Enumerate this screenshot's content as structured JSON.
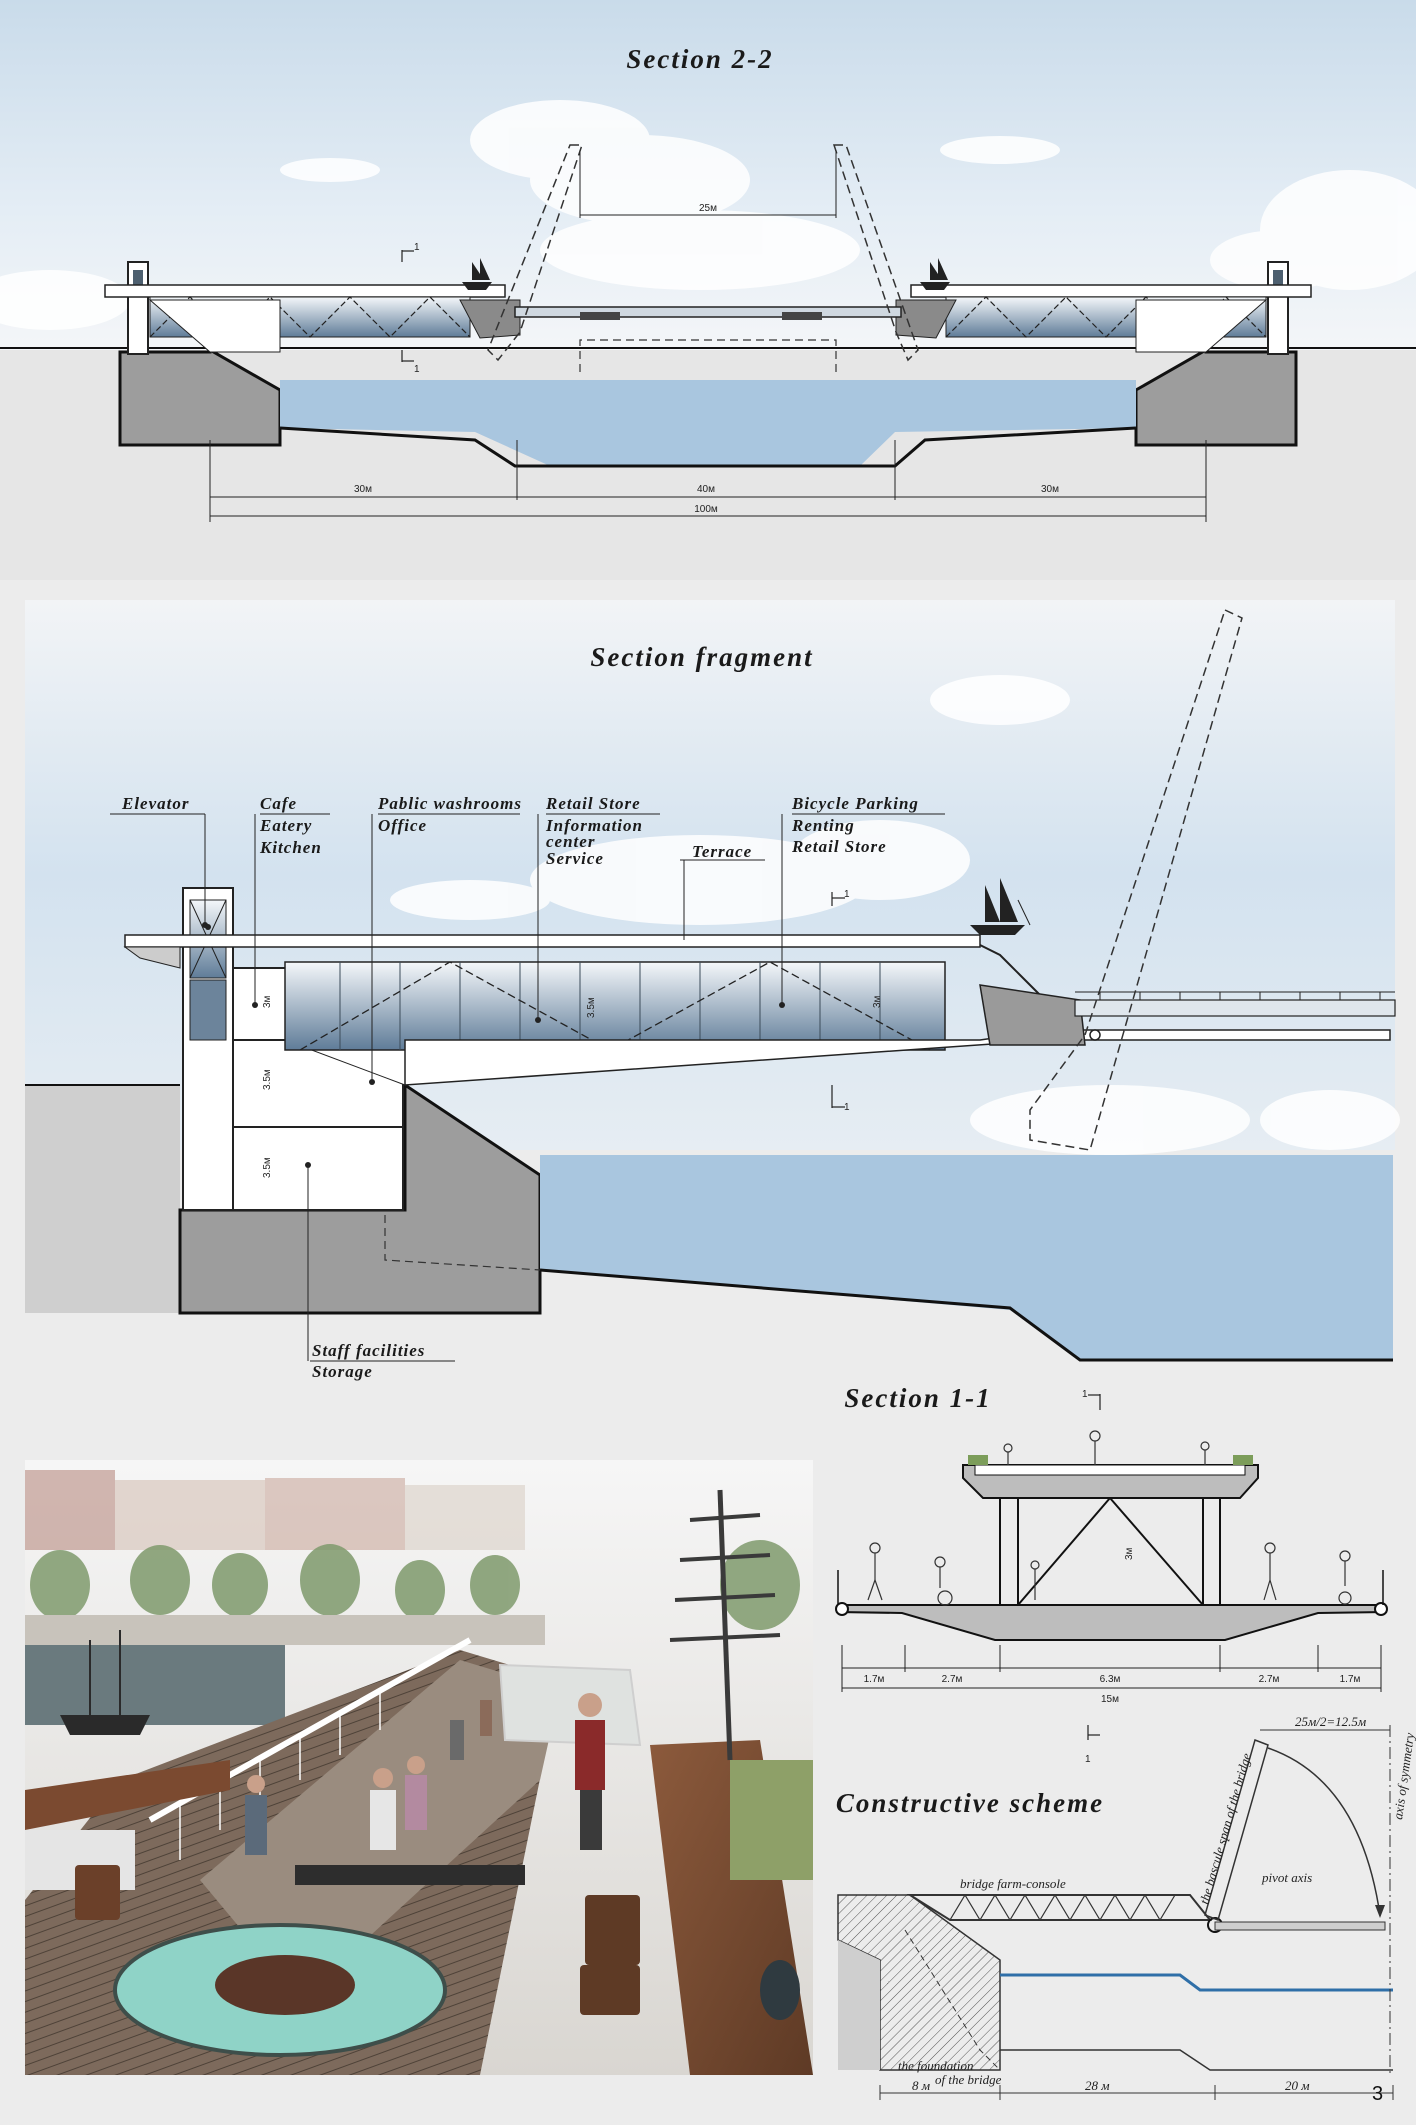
{
  "page_number": "3",
  "section22": {
    "title": "Section 2-2",
    "dims": {
      "top_span": "25м",
      "left": "30м",
      "middle": "40м",
      "right": "30м",
      "total": "100м"
    },
    "marker": "1"
  },
  "fragment": {
    "title": "Section fragment",
    "labels": {
      "elevator": "Elevator",
      "cafe": [
        "Cafe",
        "Eatery",
        "Kitchen"
      ],
      "washrooms": [
        "Pablic washrooms",
        "Office"
      ],
      "retail": [
        "Retail Store",
        "Information",
        "center",
        "Service"
      ],
      "terrace": "Terrace",
      "bicycle": [
        "Bicycle Parking",
        "Renting",
        "Retail Store"
      ],
      "staff": [
        "Staff facilities",
        "Storage"
      ]
    },
    "heights": {
      "h1": "3м",
      "h2": "3.5м",
      "h3": "3.5м",
      "h4": "3.5м",
      "h5": "3м"
    },
    "marker": "1"
  },
  "section11": {
    "title": "Section 1-1",
    "dims": {
      "d1": "1.7м",
      "d2": "2.7м",
      "d3": "6.3м",
      "d4": "2.7м",
      "d5": "1.7м",
      "total": "15м",
      "height": "3м"
    },
    "marker": "1"
  },
  "constructive": {
    "title": "Constructive scheme",
    "notes": {
      "farm": "bridge farm-console",
      "span": "the bascule span of the bridge",
      "pivot": "pivot axis",
      "axis": "axis of symmetry",
      "half": "25м/2=12.5м",
      "foundation": [
        "the foundation",
        "of the bridge"
      ],
      "d1": "8 м",
      "d2": "28 м",
      "d3": "20 м"
    }
  },
  "colors": {
    "water": "#a9c6df",
    "ground": "#a8a8a8",
    "sky": "#dbe7f1"
  }
}
